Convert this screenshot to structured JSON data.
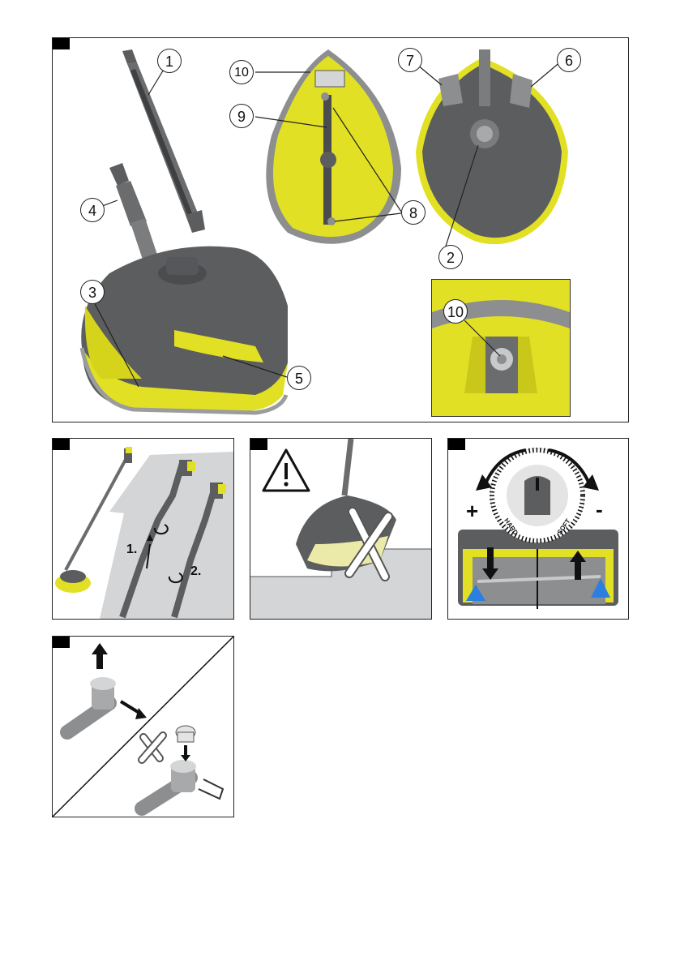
{
  "figure1": {
    "callouts": {
      "c1": "1",
      "c2": "2",
      "c3": "3",
      "c4": "4",
      "c5": "5",
      "c6": "6",
      "c7": "7",
      "c8": "8",
      "c9": "9",
      "c10": "10",
      "c10b": "10"
    }
  },
  "figure2": {
    "step1": "1.",
    "step2": "2."
  },
  "figure4": {
    "plus": "+",
    "minus": "-",
    "hard": "HARD",
    "soft": "SOFT"
  },
  "colors": {
    "yellow": "#e2e024",
    "dark_gray": "#5b5d5f",
    "mid_gray": "#8c8e90",
    "light_gray": "#d4d5d6",
    "blue": "#2a7fe0"
  },
  "icons": [
    "warning-icon",
    "cross-icon",
    "arrow-icon",
    "rotate-arrow-icon"
  ]
}
